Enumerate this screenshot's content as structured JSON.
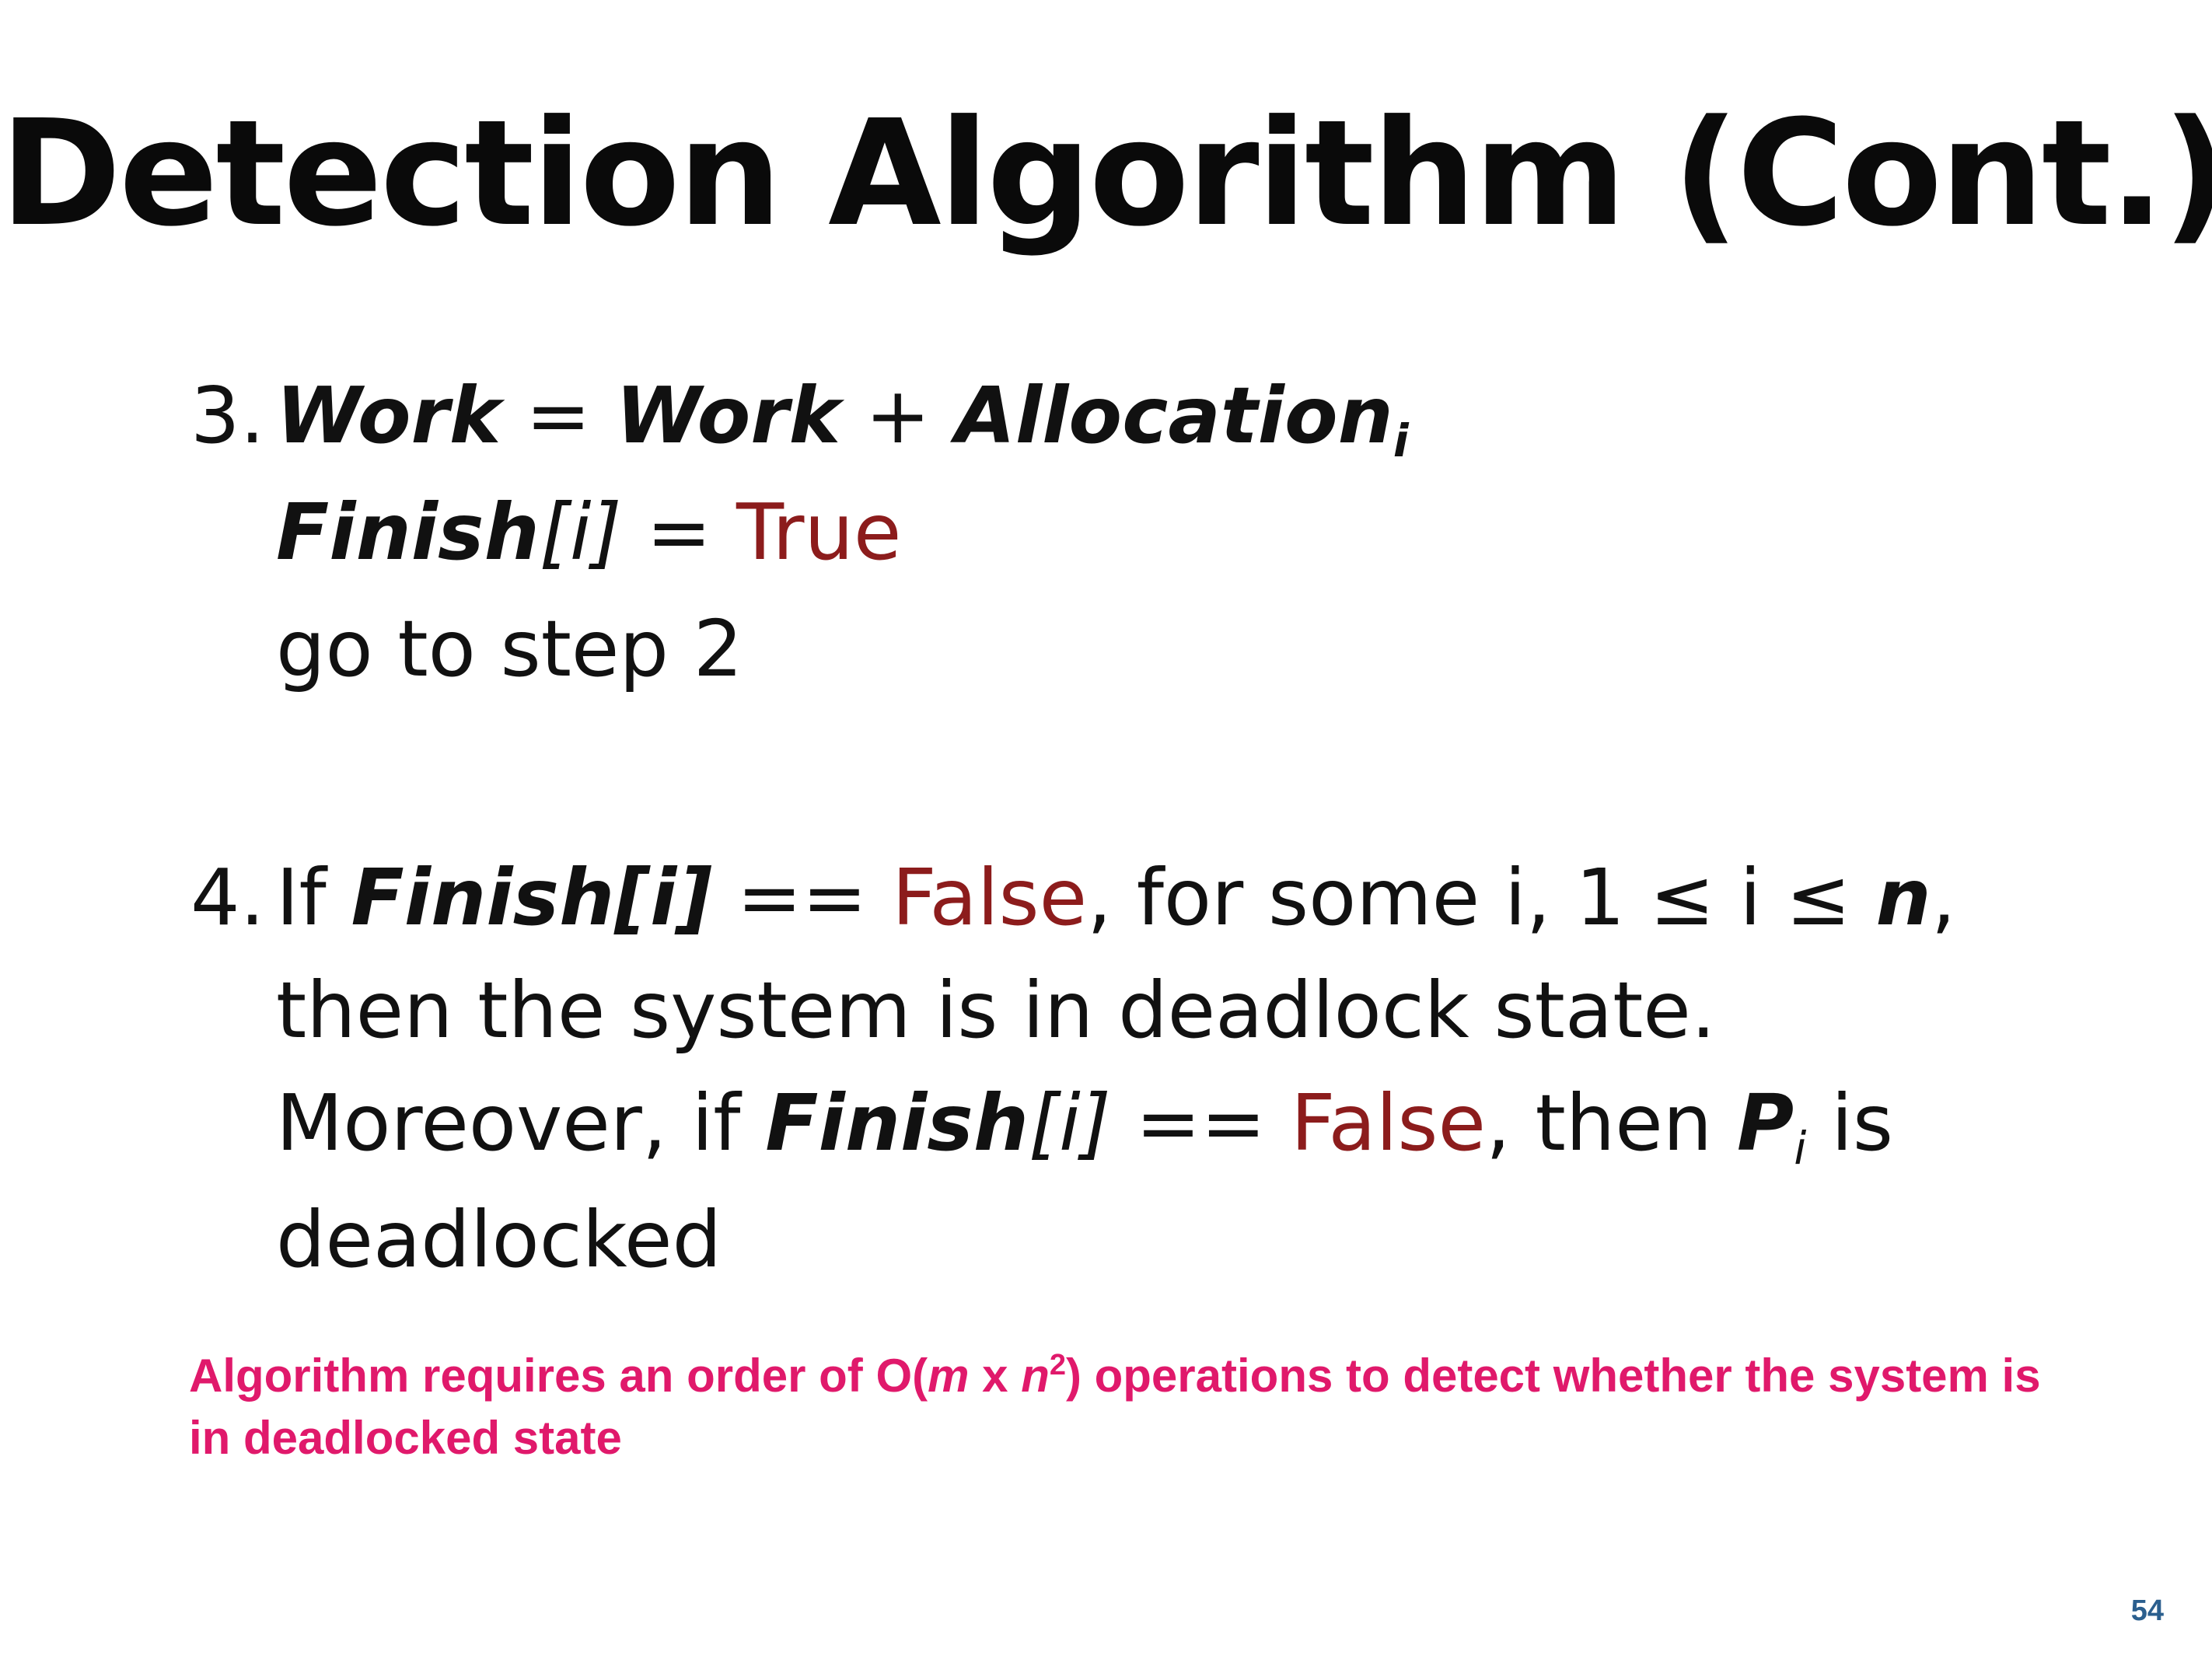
{
  "slide": {
    "title": "Detection Algorithm (Cont.)",
    "step3": {
      "number": "3.",
      "line1": {
        "work": "Work",
        "eq": " = ",
        "work2": "Work",
        "plus": " + ",
        "allocation": "Allocation",
        "sub": "i"
      },
      "line2": {
        "finish": "Finish",
        "index": "[i]",
        "eq": " = ",
        "value": "True"
      },
      "line3": "go to step 2"
    },
    "step4": {
      "number": "4.",
      "line1": {
        "if": "If ",
        "finish": "Finish[i]",
        "eq": " == ",
        "value": "False",
        "rest": ", for some i, 1 ≤ i ≤ ",
        "n": "n",
        "comma": ","
      },
      "line2": "then the system is in deadlock state.",
      "line3": {
        "pre": "Moreover, if ",
        "finish": "Finish",
        "index": "[i]",
        "eq": " == ",
        "value": "False",
        "mid": ", then ",
        "p": "P",
        "sub": "i",
        "post": " is"
      },
      "line4": "deadlocked"
    },
    "note": {
      "part1": "Algorithm requires an order of O(",
      "m": "m",
      "x": " x ",
      "n": "n",
      "exp": "2",
      "part2": ") operations to detect whether the system is in deadlocked state"
    },
    "page_number": "54",
    "colors": {
      "highlight_red": "#8c1c1c",
      "note_pink": "#e0196b",
      "page_number_blue": "#2b5f8e"
    }
  }
}
